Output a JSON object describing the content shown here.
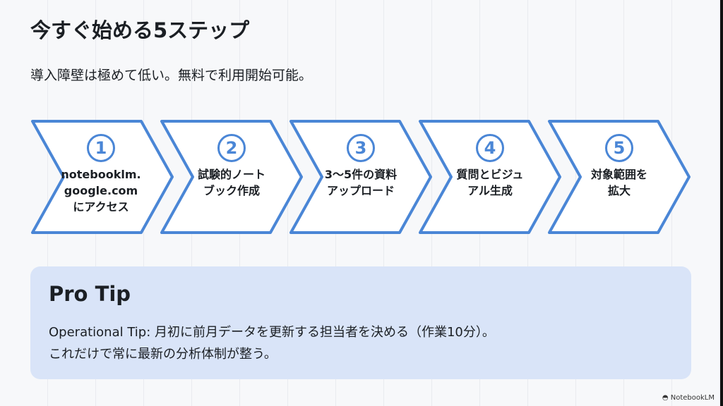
{
  "title": "今すぐ始める5ステップ",
  "subtitle": "導入障壁は極めて低い。無料で利用開始可能。",
  "steps": [
    {
      "num": "1",
      "lines": [
        "notebooklm.",
        "google.com",
        "にアクセス"
      ]
    },
    {
      "num": "2",
      "lines": [
        "試験的ノート",
        "ブック作成"
      ]
    },
    {
      "num": "3",
      "lines": [
        "3〜5件の資料",
        "アップロード"
      ]
    },
    {
      "num": "4",
      "lines": [
        "質問とビジュ",
        "アル生成"
      ]
    },
    {
      "num": "5",
      "lines": [
        "対象範囲を",
        "拡大"
      ]
    }
  ],
  "tip": {
    "heading": "Pro Tip",
    "line1": "Operational Tip: 月初に前月データを更新する担当者を決める（作業10分）。",
    "line2": "これだけで常に最新の分析体制が整う。"
  },
  "brand": "NotebookLM",
  "colors": {
    "accent": "#4a86d6",
    "tip_bg": "#d9e4f8"
  }
}
